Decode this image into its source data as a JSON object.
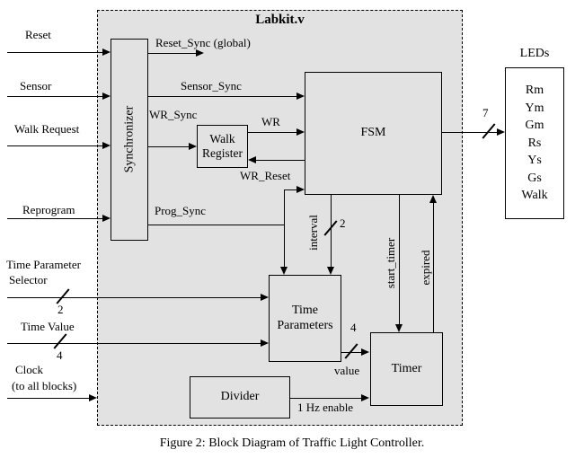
{
  "title": "Labkit.v",
  "caption": "Figure 2: Block Diagram of Traffic Light Controller.",
  "blocks": {
    "synchronizer": "Synchronizer",
    "walk_register": "Walk Register",
    "fsm": "FSM",
    "time_parameters": "Time Parameters",
    "timer": "Timer",
    "divider": "Divider"
  },
  "inputs": {
    "reset": "Reset",
    "sensor": "Sensor",
    "walk_request": "Walk Request",
    "reprogram": "Reprogram",
    "time_parameter_selector_line1": "Time Parameter",
    "time_parameter_selector_line2": "Selector",
    "time_value": "Time Value",
    "clock_line1": "Clock",
    "clock_line2": "(to all blocks)"
  },
  "signals": {
    "reset_sync": "Reset_Sync (global)",
    "sensor_sync": "Sensor_Sync",
    "wr_sync": "WR_Sync",
    "wr": "WR",
    "wr_reset": "WR_Reset",
    "prog_sync": "Prog_Sync",
    "interval": "interval",
    "start_timer": "start_timer",
    "expired": "expired",
    "value": "value",
    "hz_enable": "1 Hz enable"
  },
  "bus_widths": {
    "selector": "2",
    "time_value": "4",
    "interval": "2",
    "value": "4",
    "leds": "7"
  },
  "leds": {
    "label": "LEDs",
    "items": [
      "Rm",
      "Ym",
      "Gm",
      "Rs",
      "Ys",
      "Gs",
      "Walk"
    ]
  },
  "colors": {
    "panel_fill": "#e2e2e2",
    "line": "#000000",
    "background": "#ffffff"
  }
}
